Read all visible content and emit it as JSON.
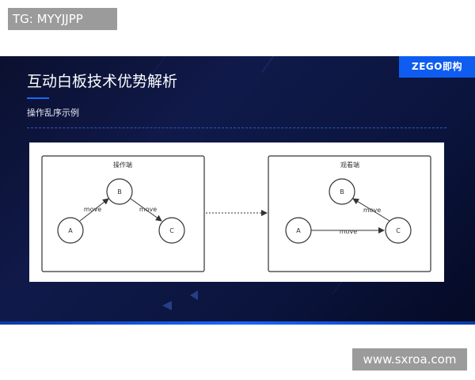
{
  "overlay": {
    "tg_badge": "TG: MYYJJPP",
    "watermark": "www.sxroa.com"
  },
  "slide": {
    "brand": "ZEGO即构",
    "title": "互动白板技术优势解析",
    "subtitle": "操作乱序示例",
    "accent_color": "#1a66ff"
  },
  "diagram": {
    "left_panel": {
      "title": "操作端",
      "nodes": {
        "a": "A",
        "b": "B",
        "c": "C"
      },
      "edge_ab": "move",
      "edge_bc": "move"
    },
    "right_panel": {
      "title": "观看端",
      "nodes": {
        "a": "A",
        "b": "B",
        "c": "C"
      },
      "edge_ac": "move",
      "edge_cb": "move"
    }
  }
}
